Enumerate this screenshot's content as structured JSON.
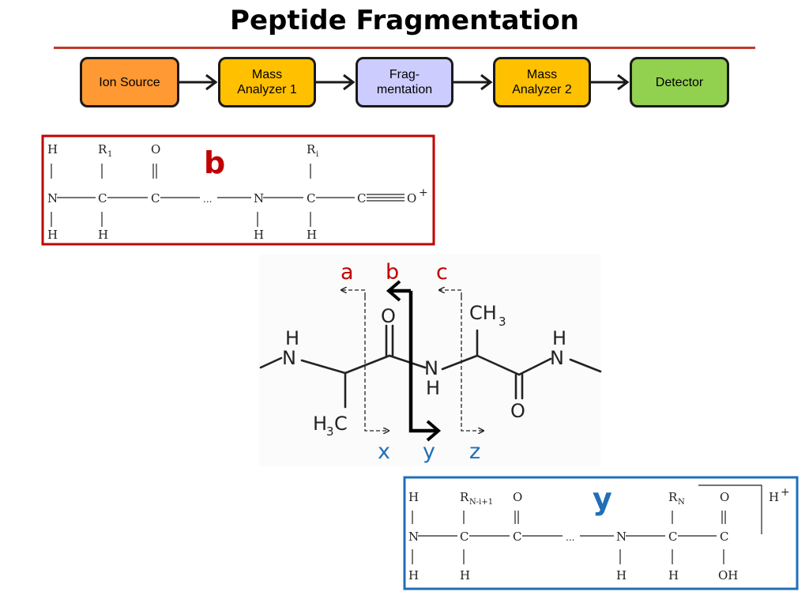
{
  "title": "Peptide Fragmentation",
  "colors": {
    "rule": "#c0392b",
    "b_red": "#c00000",
    "y_blue": "#1f6fb8",
    "ion_source": "#ff9933",
    "mass_analyzer": "#ffc000",
    "fragmentation": "#ccccff",
    "detector": "#92d050"
  },
  "flow": {
    "steps": [
      {
        "label": "Ion Source",
        "color": "#ff9933"
      },
      {
        "label": "Mass\nAnalyzer 1",
        "color": "#ffc000"
      },
      {
        "label": "Frag-\nmentation",
        "color": "#ccccff"
      },
      {
        "label": "Mass\nAnalyzer 2",
        "color": "#ffc000"
      },
      {
        "label": "Detector",
        "color": "#92d050"
      }
    ]
  },
  "b_ion": {
    "label": "b",
    "atoms": {
      "h_top_left": "H",
      "r1": "R",
      "r1_sub": "1",
      "o_top": "O",
      "ri": "R",
      "ri_sub": "i",
      "n_left": "N",
      "c_alpha": "C",
      "c_carbonyl": "C",
      "ellipsis": "...",
      "n_right": "N",
      "c_alpha2": "C",
      "c_end": "C",
      "o_plus": "O",
      "plus": "+",
      "h_bottom_left": "H",
      "h_bottom_c": "H",
      "h_bottom_n": "H",
      "h_bottom_c2": "H"
    }
  },
  "backbone": {
    "fragment_labels_top": [
      "a",
      "b",
      "c"
    ],
    "fragment_labels_bottom": [
      "x",
      "y",
      "z"
    ],
    "atoms": {
      "n1_h": "H",
      "n1": "N",
      "o_top": "O",
      "ch3_top": "CH",
      "ch3_sub": "3",
      "nh_mid_n": "N",
      "nh_mid_h": "H",
      "n2_h": "H",
      "n2": "N",
      "o_bottom": "O",
      "h3c": "H",
      "h3c_sub": "3",
      "h3c_c": "C"
    }
  },
  "y_ion": {
    "label": "y",
    "atoms": {
      "h_top_left": "H",
      "r_n_i_1": "R",
      "r_n_i_1_sub": "N-i+1",
      "o_top": "O",
      "r_n": "R",
      "r_n_sub": "N",
      "o_top2": "O",
      "h_plus": "H",
      "plus": "+",
      "n_left": "N",
      "c_alpha": "C",
      "c_carbonyl": "C",
      "ellipsis": "...",
      "n_right": "N",
      "c_alpha2": "C",
      "c_end": "C",
      "h_bottom_left": "H",
      "h_bottom_c": "H",
      "h_bottom_n": "H",
      "h_bottom_c2": "H",
      "oh": "OH"
    }
  }
}
